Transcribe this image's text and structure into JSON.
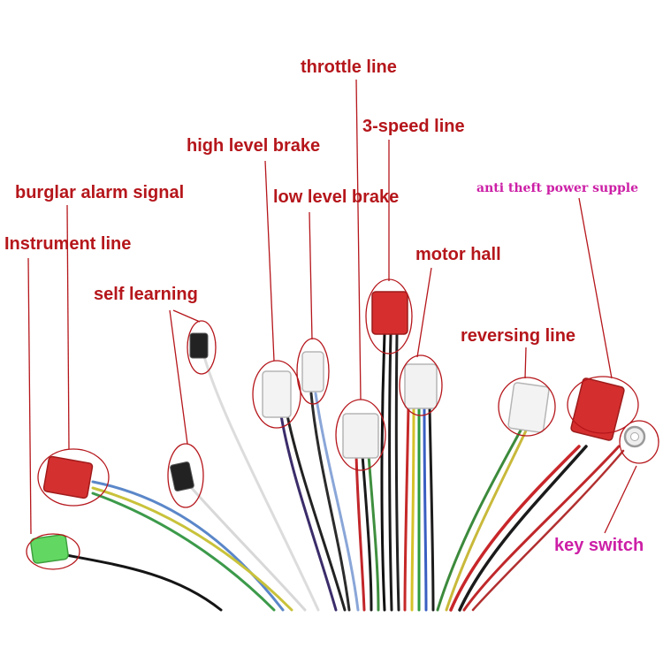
{
  "labels": {
    "throttle_line": "throttle line",
    "three_speed_line": "3-speed line",
    "high_level_brake": "high level brake",
    "low_level_brake": "low level brake",
    "burglar_alarm_signal": "burglar alarm signal",
    "instrument_line": "Instrument line",
    "self_learning": "self learning",
    "motor_hall": "motor hall",
    "reversing_line": "reversing line",
    "anti_theft_power_supple": "anti theft power supple",
    "key_switch": "key switch"
  },
  "colors": {
    "label_red": "#b5161b",
    "label_pink": "#cc1fa6",
    "callout_line": "#b5161b",
    "connector_red": "#d42a2a",
    "connector_white": "#f2f2f2",
    "connector_green": "#5fd65f"
  }
}
